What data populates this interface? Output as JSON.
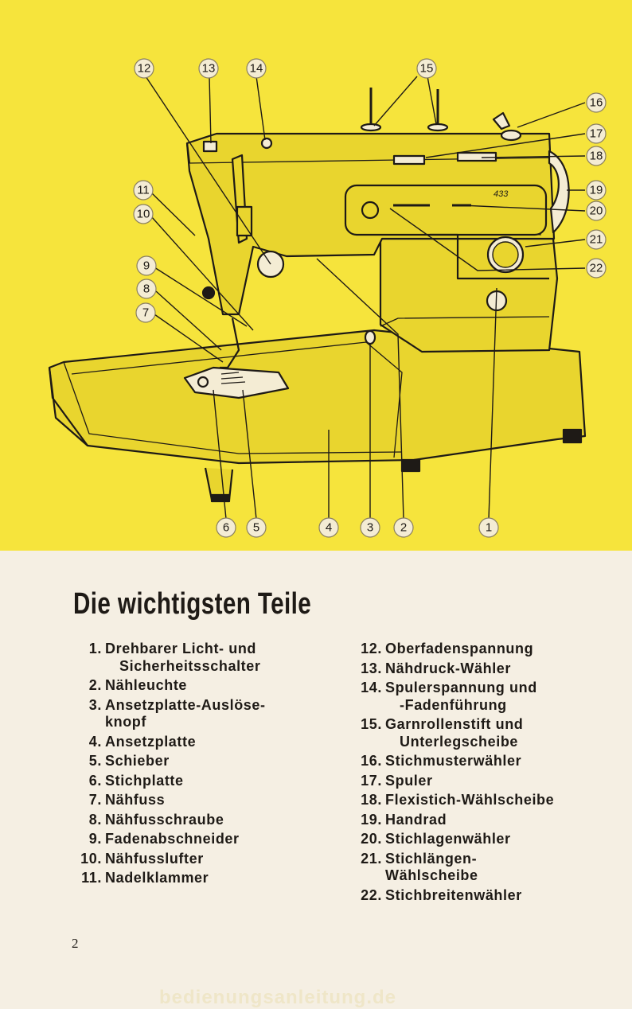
{
  "illustration": {
    "subject": "sewing-machine",
    "background_color": "#f6e43c",
    "machine_color": "#e9d52e",
    "model_label": "433",
    "callouts": [
      "1",
      "2",
      "3",
      "4",
      "5",
      "6",
      "7",
      "8",
      "9",
      "10",
      "11",
      "12",
      "13",
      "14",
      "15",
      "16",
      "17",
      "18",
      "19",
      "20",
      "21",
      "22"
    ]
  },
  "title": "Die wichtigsten Teile",
  "parts_left": [
    {
      "num": "1.",
      "line1": "Drehbarer Licht- und",
      "line2": "Sicherheitsschalter"
    },
    {
      "num": "2.",
      "line1": "Nähleuchte",
      "line2": ""
    },
    {
      "num": "3.",
      "line1": "Ansetzplatte-Auslöse-",
      "line2": "knopf"
    },
    {
      "num": "4.",
      "line1": "Ansetzplatte",
      "line2": ""
    },
    {
      "num": "5.",
      "line1": "Schieber",
      "line2": ""
    },
    {
      "num": "6.",
      "line1": "Stichplatte",
      "line2": ""
    },
    {
      "num": "7.",
      "line1": "Nähfuss",
      "line2": ""
    },
    {
      "num": "8.",
      "line1": "Nähfusschraube",
      "line2": ""
    },
    {
      "num": "9.",
      "line1": "Fadenabschneider",
      "line2": ""
    },
    {
      "num": "10.",
      "line1": "Nähfusslufter",
      "line2": ""
    },
    {
      "num": "11.",
      "line1": "Nadelklammer",
      "line2": ""
    }
  ],
  "parts_right": [
    {
      "num": "12.",
      "line1": "Oberfadenspannung",
      "line2": ""
    },
    {
      "num": "13.",
      "line1": "Nähdruck-Wähler",
      "line2": ""
    },
    {
      "num": "14.",
      "line1": "Spulerspannung und",
      "line2": "-Fadenführung"
    },
    {
      "num": "15.",
      "line1": "Garnrollenstift und",
      "line2": "Unterlegscheibe"
    },
    {
      "num": "16.",
      "line1": "Stichmusterwähler",
      "line2": ""
    },
    {
      "num": "17.",
      "line1": "Spuler",
      "line2": ""
    },
    {
      "num": "18.",
      "line1": "Flexistich-Wählscheibe",
      "line2": ""
    },
    {
      "num": "19.",
      "line1": "Handrad",
      "line2": ""
    },
    {
      "num": "20.",
      "line1": "Stichlagenwähler",
      "line2": ""
    },
    {
      "num": "21.",
      "line1": "Stichlängen-",
      "line2": "Wählscheibe"
    },
    {
      "num": "22.",
      "line1": "Stichbreitenwähler",
      "line2": ""
    }
  ],
  "page_number": "2",
  "watermark": "bedienungsanleitung.de"
}
